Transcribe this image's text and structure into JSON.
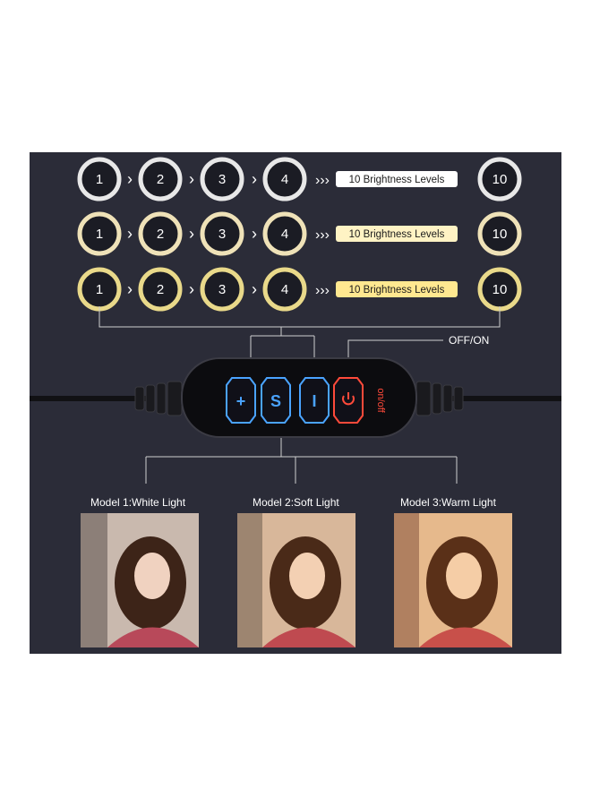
{
  "rows": [
    {
      "name": "white-light",
      "ring_color": "#e8e8e8",
      "pill_color": "#ffffff",
      "levels": [
        "1",
        "2",
        "3",
        "4"
      ],
      "final_level": "10",
      "pill_label": "10 Brightness Levels"
    },
    {
      "name": "soft-light",
      "ring_color": "#efe2b8",
      "pill_color": "#fff3c4",
      "levels": [
        "1",
        "2",
        "3",
        "4"
      ],
      "final_level": "10",
      "pill_label": "10 Brightness Levels"
    },
    {
      "name": "warm-light",
      "ring_color": "#e9d98a",
      "pill_color": "#ffe890",
      "levels": [
        "1",
        "2",
        "3",
        "4"
      ],
      "final_level": "10",
      "pill_label": "10 Brightness Levels"
    }
  ],
  "arrow_glyph": "›",
  "triple_arrow_glyph": "›››",
  "controller": {
    "offon_label": "OFF/ON",
    "plus_glyph": "+",
    "mode_glyph": "S",
    "minus_glyph": "I",
    "power_text": "on/off",
    "accent": "#4aa3ff",
    "power_accent": "#ff4a3a"
  },
  "models": [
    {
      "label": "Model 1:White Light",
      "tone": "#c9b9ae"
    },
    {
      "label": "Model 2:Soft Light",
      "tone": "#d8b79a"
    },
    {
      "label": "Model 3:Warm Light",
      "tone": "#e6b98c"
    }
  ]
}
